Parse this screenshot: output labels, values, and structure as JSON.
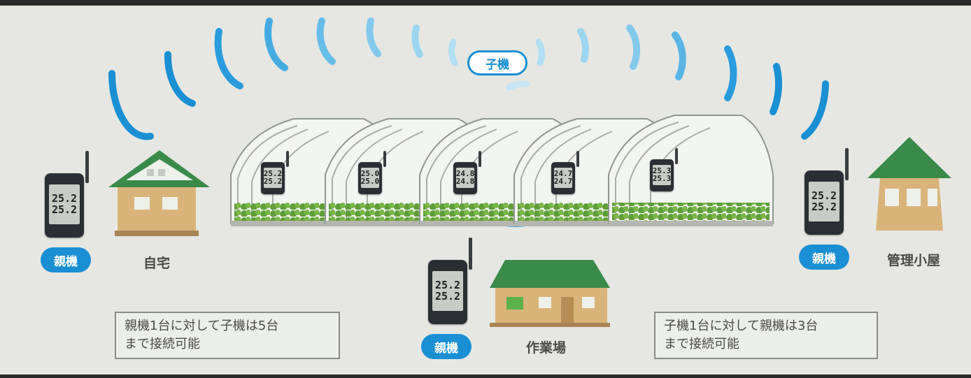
{
  "badges": {
    "child": "子機",
    "parent_left": "親機",
    "parent_center": "親機",
    "parent_right": "親機"
  },
  "places": {
    "home": "自宅",
    "workshop": "作業場",
    "hut": "管理小屋"
  },
  "notes": {
    "left": {
      "line1": "親機1台に対して子機は5台",
      "line2": "まで接続可能"
    },
    "right": {
      "line1": "子機1台に対して親機は3台",
      "line2": "まで接続可能"
    }
  },
  "child_devices": [
    {
      "reading_top": "25.2",
      "reading_bottom": "25.2"
    },
    {
      "reading_top": "25.0",
      "reading_bottom": "25.0"
    },
    {
      "reading_top": "24.8",
      "reading_bottom": "24.8"
    },
    {
      "reading_top": "24.7",
      "reading_bottom": "24.7"
    },
    {
      "reading_top": "25.3",
      "reading_bottom": "25.3"
    }
  ],
  "parent_devices": [
    {
      "reading_top": "25.2",
      "reading_bottom": "25.2"
    },
    {
      "reading_top": "25.2",
      "reading_bottom": "25.2"
    },
    {
      "reading_top": "25.2",
      "reading_bottom": "25.2"
    }
  ],
  "colors": {
    "background": "#e6e7e3",
    "signal_strong": "#1a8fd3",
    "signal_light": "#8fd0f0",
    "roof_green": "#3a8a4a",
    "wall_tan": "#d9b47a",
    "device_dark": "#2b2f33",
    "lcd": "#c9ccc6"
  }
}
